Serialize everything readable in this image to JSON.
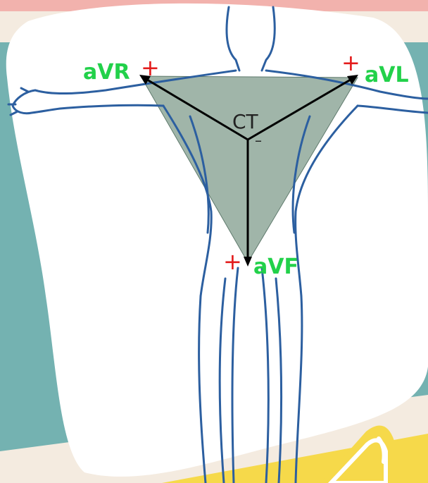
{
  "labels": {
    "avr": "aVR",
    "avl": "aVL",
    "avf": "aVF",
    "center": "CT"
  },
  "symbols": {
    "plus": "+",
    "minus": "–"
  },
  "colors": {
    "background": "#f4ebe0",
    "teal_shape": "#74b2b1",
    "pink_strip": "#f2b2ad",
    "yellow_shape": "#f6d94a",
    "body_outline": "#2c5fa0",
    "triangle_fill": "#8fa89a",
    "vector_line": "#000000",
    "label_green": "#22d14a",
    "plus_red": "#e31b1b"
  },
  "icons": {
    "body": "human-body-outline",
    "triangle": "einthoven-triangle"
  }
}
